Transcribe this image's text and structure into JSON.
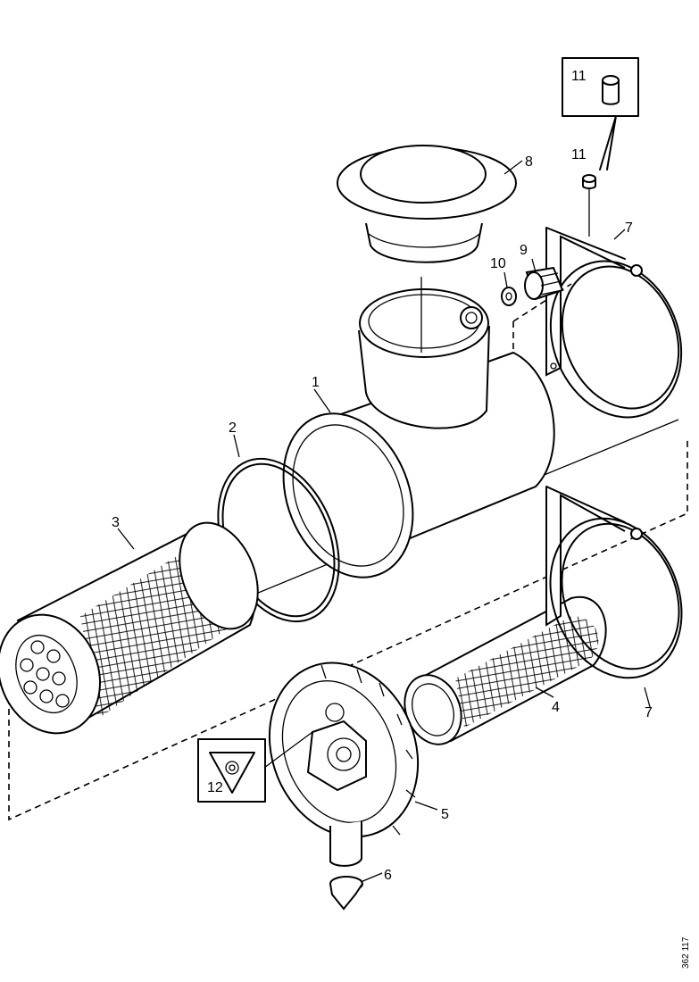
{
  "callouts": {
    "c1": "1",
    "c2": "2",
    "c3": "3",
    "c4": "4",
    "c5": "5",
    "c6": "6",
    "c7a": "7",
    "c7b": "7",
    "c8": "8",
    "c9": "9",
    "c10": "10",
    "c11a": "11",
    "c11b": "11",
    "c12": "12"
  },
  "reference_number": "362 117"
}
